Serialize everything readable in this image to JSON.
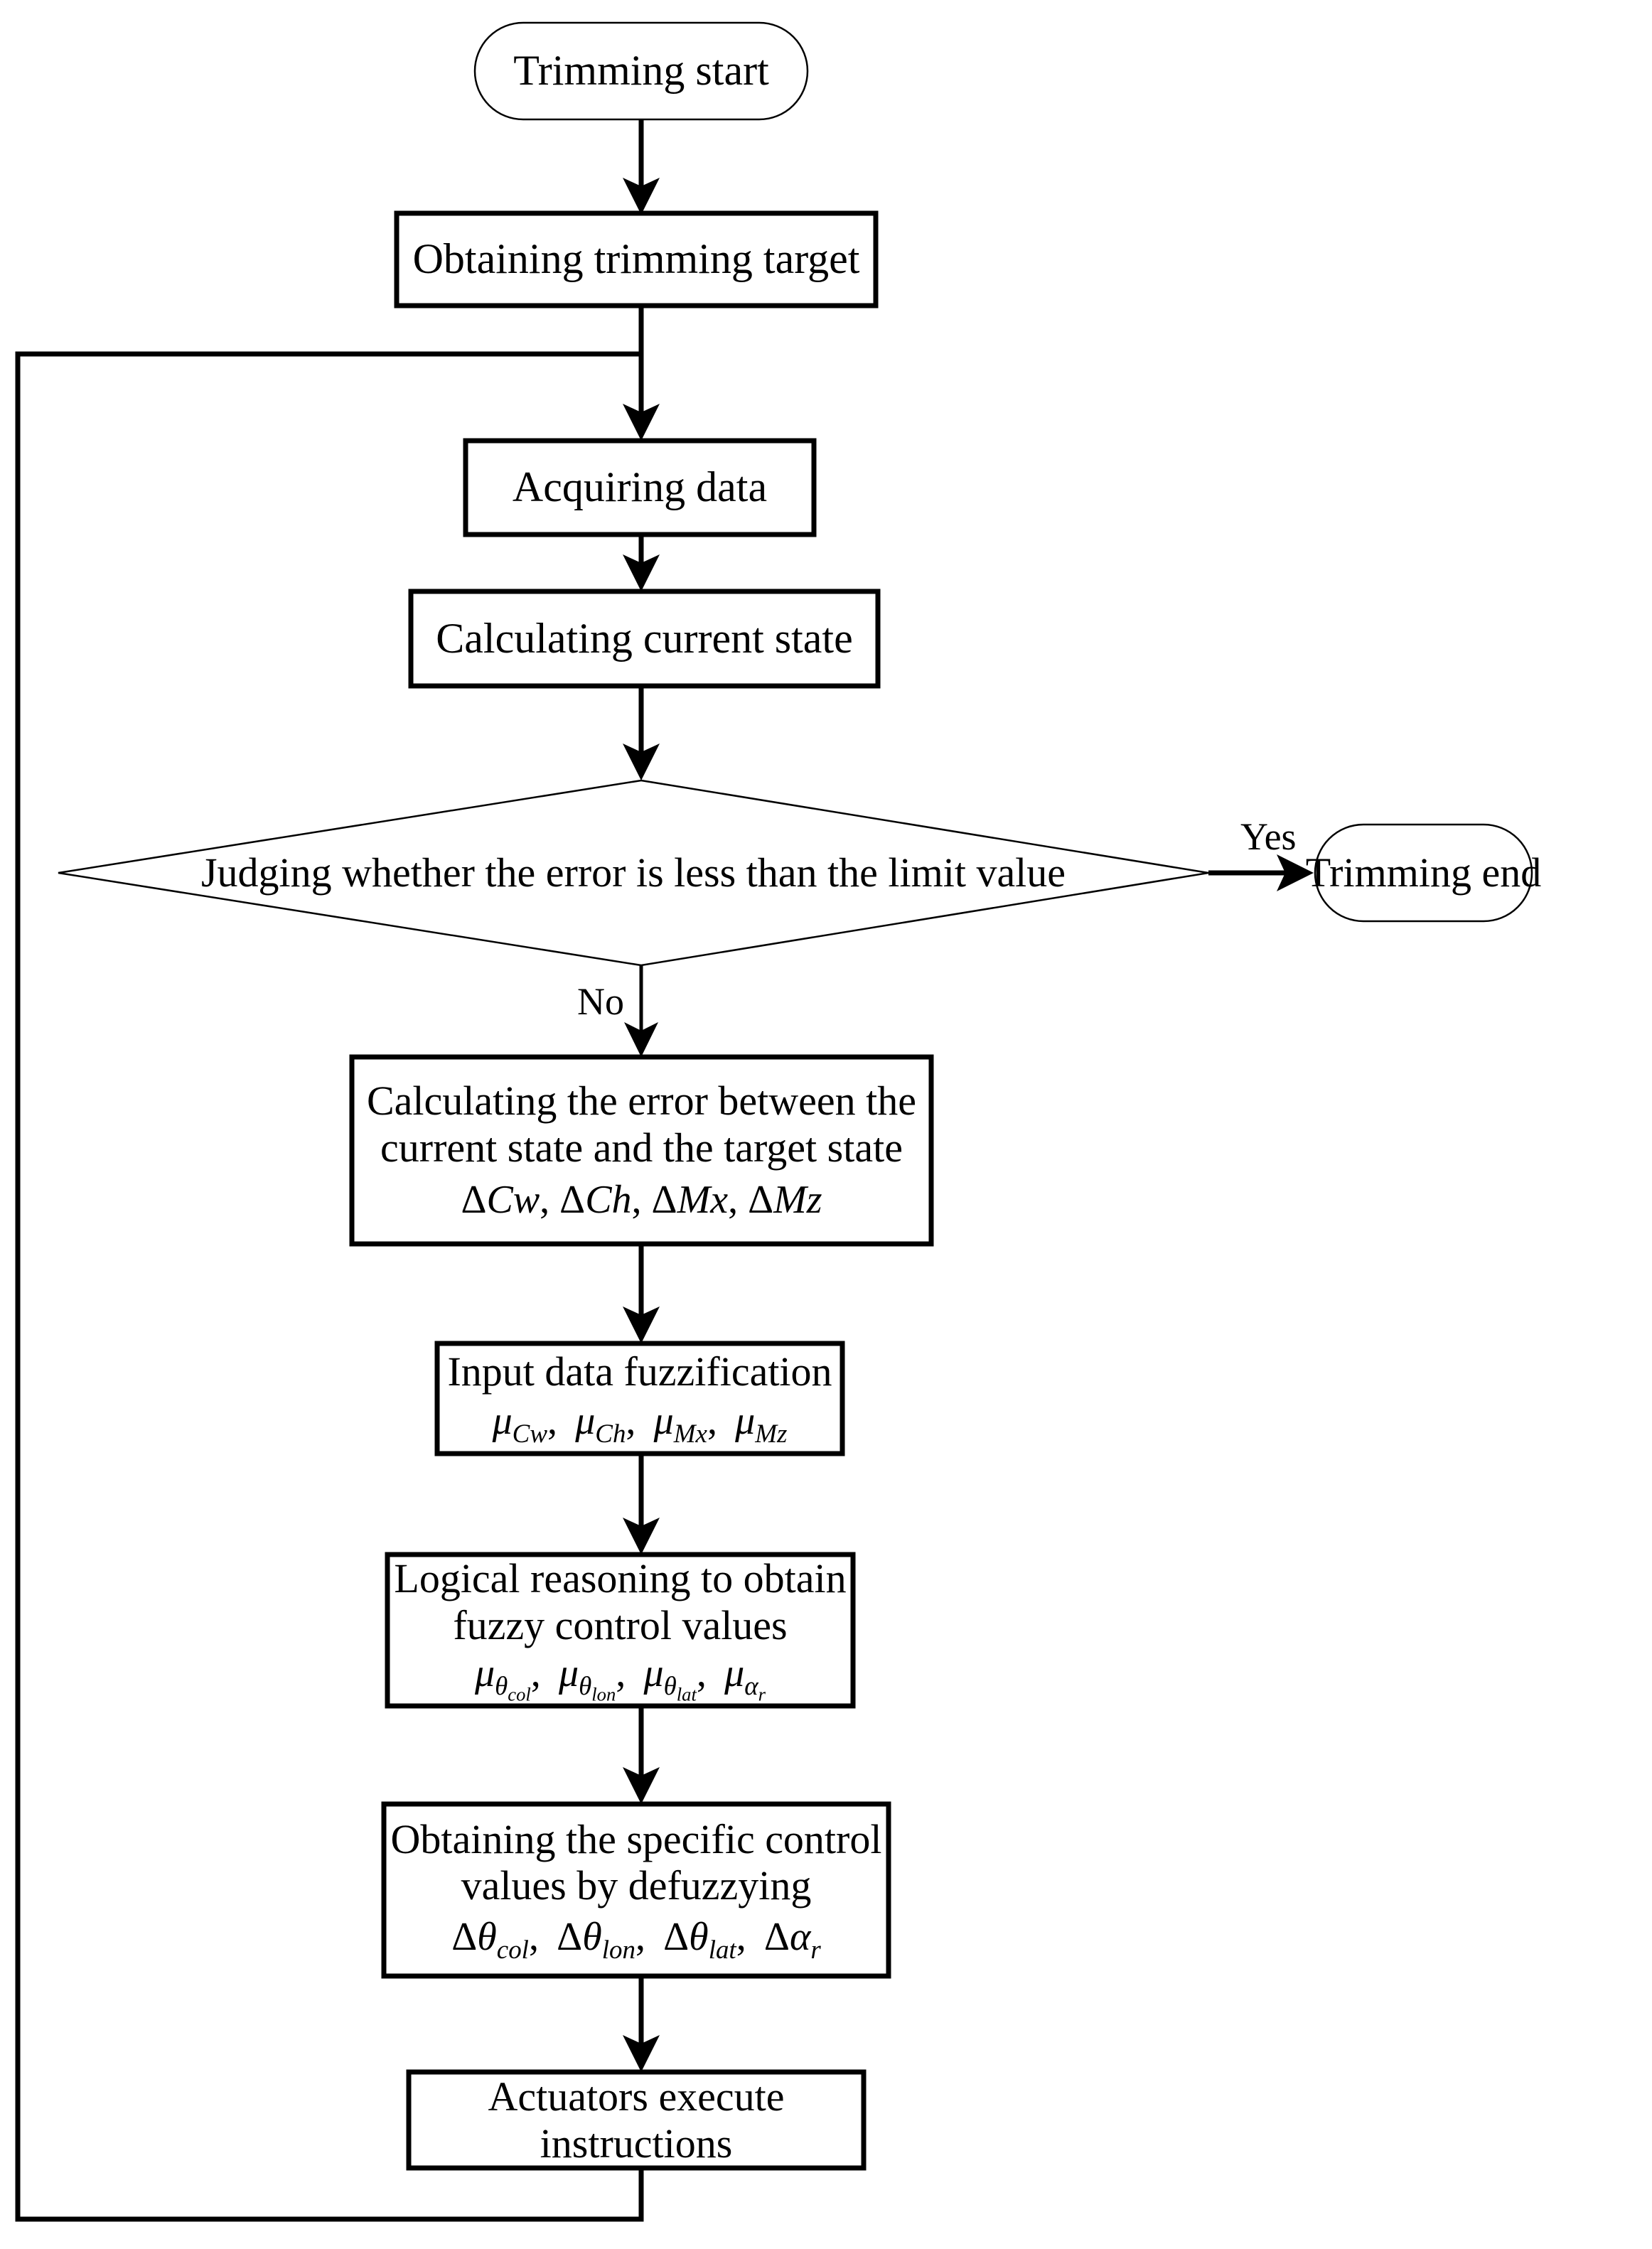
{
  "diagram": {
    "type": "flowchart",
    "title": "Trimming fuzzy control flowchart",
    "orientation": "top-to-bottom",
    "colors": {
      "stroke": "#000000",
      "fill": "#ffffff",
      "text": "#000000"
    }
  },
  "nodes": {
    "start": {
      "shape": "terminator",
      "label": "Trimming start"
    },
    "obtain_target": {
      "shape": "process",
      "label": "Obtaining trimming target"
    },
    "acquire_data": {
      "shape": "process",
      "label": "Acquiring data"
    },
    "calc_state": {
      "shape": "process",
      "label": "Calculating current state"
    },
    "decision": {
      "shape": "decision",
      "label": "Judging whether the error  is less than the limit value"
    },
    "end": {
      "shape": "terminator",
      "label": "Trimming end"
    },
    "calc_error": {
      "shape": "process",
      "line1": "Calculating the error between the",
      "line2": "current state and the target state",
      "formula_plain": "ΔCw, ΔCh, ΔMx, ΔMz",
      "formula_terms": [
        {
          "delta": "Δ",
          "base": "Cw"
        },
        {
          "delta": "Δ",
          "base": "Ch"
        },
        {
          "delta": "Δ",
          "base": "Mx"
        },
        {
          "delta": "Δ",
          "base": "Mz"
        }
      ]
    },
    "fuzzify": {
      "shape": "process",
      "line1": "Input data fuzzification",
      "formula_plain": "μCw, μCh, μMx, μMz",
      "formula_terms": [
        {
          "base": "μ",
          "sub": "Cw"
        },
        {
          "base": "μ",
          "sub": "Ch"
        },
        {
          "base": "μ",
          "sub": "Mx"
        },
        {
          "base": "μ",
          "sub": "Mz"
        }
      ]
    },
    "reasoning": {
      "shape": "process",
      "line1": "Logical reasoning to obtain",
      "line2": "fuzzy control values",
      "formula_plain": "μθcol, μθlon, μθlat, μαr",
      "formula_terms": [
        {
          "base": "μ",
          "sub": "θ",
          "sub2": "col"
        },
        {
          "base": "μ",
          "sub": "θ",
          "sub2": "lon"
        },
        {
          "base": "μ",
          "sub": "θ",
          "sub2": "lat"
        },
        {
          "base": "μ",
          "sub": "α",
          "sub2": "r"
        }
      ]
    },
    "defuzzify": {
      "shape": "process",
      "line1": "Obtaining the specific control",
      "line2": "values by defuzzying",
      "formula_plain": "Δθcol, Δθlon, Δθlat, Δαr",
      "formula_terms": [
        {
          "delta": "Δ",
          "base": "θ",
          "sub": "col"
        },
        {
          "delta": "Δ",
          "base": "θ",
          "sub": "lon"
        },
        {
          "delta": "Δ",
          "base": "θ",
          "sub": "lat"
        },
        {
          "delta": "Δ",
          "base": "α",
          "sub": "r"
        }
      ]
    },
    "actuators": {
      "shape": "process",
      "line1": "Actuators execute",
      "line2": "instructions"
    }
  },
  "edge_labels": {
    "yes": "Yes",
    "no": "No"
  }
}
